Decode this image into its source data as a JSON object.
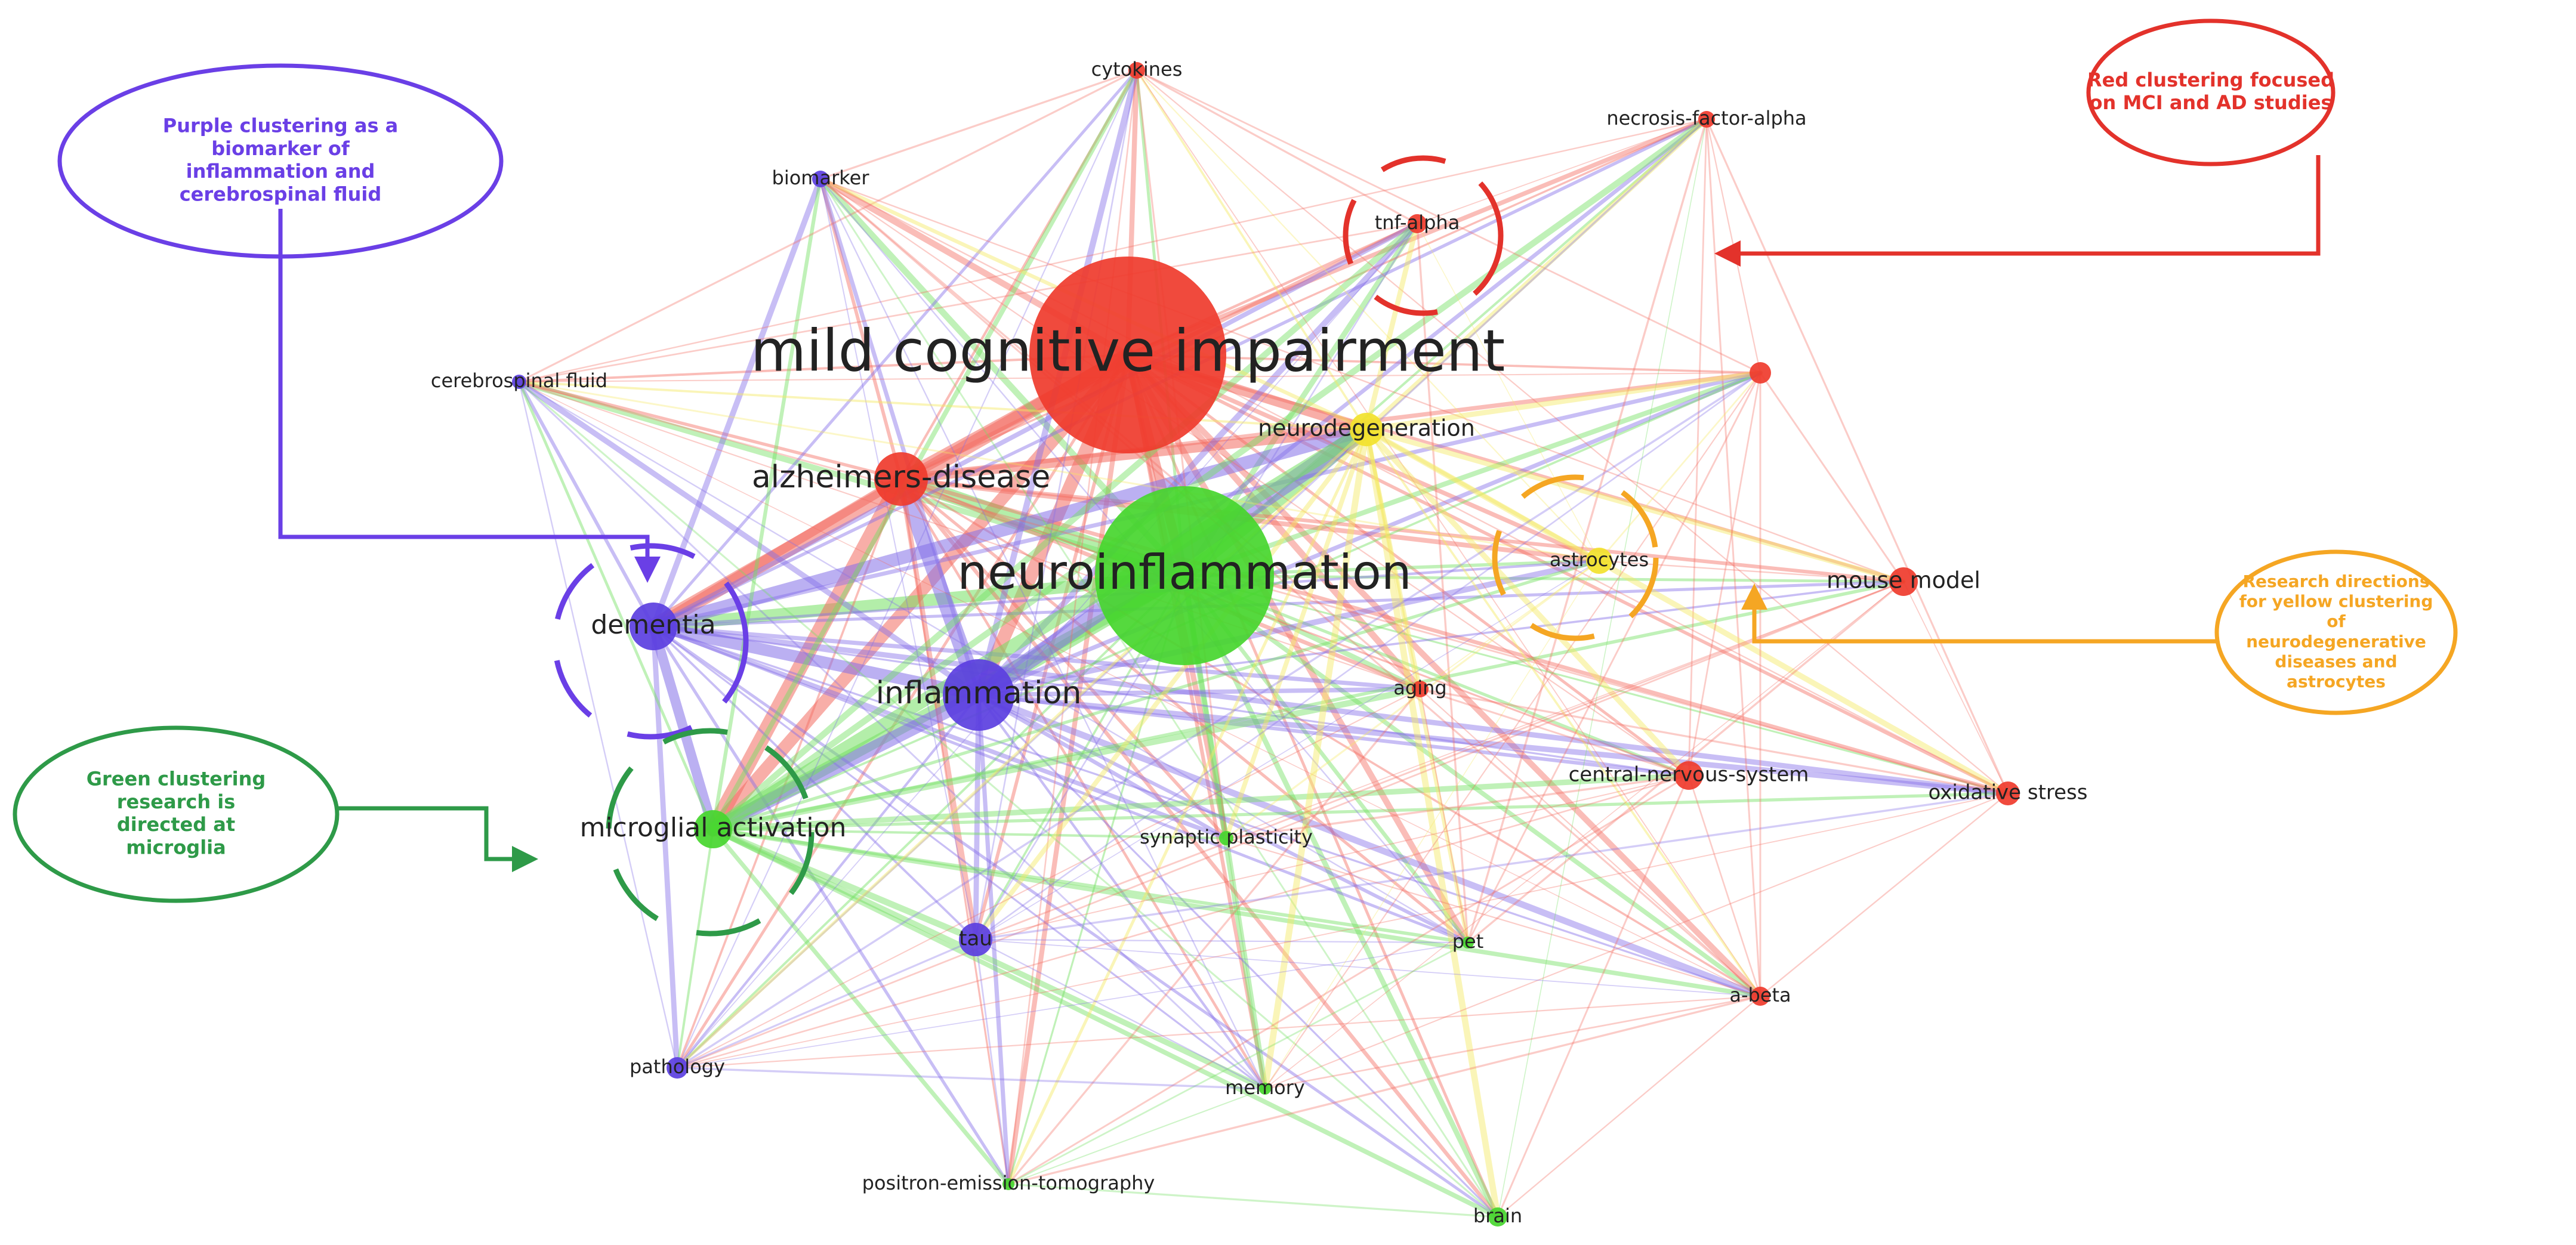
{
  "colors": {
    "red": "#ef3b2c",
    "green": "#46d62e",
    "purple": "#5b3fe0",
    "yellow": "#f2e22c",
    "annot_purple": "#6a3fe6",
    "annot_red": "#e3322b",
    "annot_orange": "#f5a623",
    "annot_green": "#2e9a48"
  },
  "nodes": [
    {
      "id": "mci",
      "label": "mild cognitive impairment",
      "cluster": "red",
      "weight": 10
    },
    {
      "id": "neuroinflammation",
      "label": "neuroinflammation",
      "cluster": "green",
      "weight": 10
    },
    {
      "id": "alzheimers",
      "label": "alzheimers-disease",
      "cluster": "red",
      "weight": 5
    },
    {
      "id": "inflammation",
      "label": "inflammation",
      "cluster": "purple",
      "weight": 6
    },
    {
      "id": "dementia",
      "label": "dementia",
      "cluster": "purple",
      "weight": 4
    },
    {
      "id": "microglial",
      "label": "microglial activation",
      "cluster": "green",
      "weight": 4
    },
    {
      "id": "cytokines",
      "label": "cytokines",
      "cluster": "red",
      "weight": 1
    },
    {
      "id": "necrosis",
      "label": "necrosis-factor-alpha",
      "cluster": "red",
      "weight": 1
    },
    {
      "id": "tnf",
      "label": "tnf-alpha",
      "cluster": "red",
      "weight": 1
    },
    {
      "id": "biomarker",
      "label": "biomarker",
      "cluster": "purple",
      "weight": 1
    },
    {
      "id": "csf",
      "label": "cerebrospinal fluid",
      "cluster": "purple",
      "weight": 1
    },
    {
      "id": "neurodegeneration",
      "label": "neurodegeneration",
      "cluster": "yellow",
      "weight": 3
    },
    {
      "id": "astrocytes",
      "label": "astrocytes",
      "cluster": "yellow",
      "weight": 2
    },
    {
      "id": "mousemodel",
      "label": "mouse model",
      "cluster": "red",
      "weight": 3
    },
    {
      "id": "aging",
      "label": "aging",
      "cluster": "red",
      "weight": 2
    },
    {
      "id": "cns",
      "label": "central-nervous-system",
      "cluster": "red",
      "weight": 3
    },
    {
      "id": "oxidative",
      "label": "oxidative stress",
      "cluster": "red",
      "weight": 2
    },
    {
      "id": "synaptic",
      "label": "synaptic plasticity",
      "cluster": "green",
      "weight": 1
    },
    {
      "id": "tau",
      "label": "tau",
      "cluster": "purple",
      "weight": 3
    },
    {
      "id": "pet",
      "label": "pet",
      "cluster": "green",
      "weight": 1
    },
    {
      "id": "abeta",
      "label": "a-beta",
      "cluster": "red",
      "weight": 2
    },
    {
      "id": "pathology",
      "label": "pathology",
      "cluster": "purple",
      "weight": 2
    },
    {
      "id": "memory",
      "label": "memory",
      "cluster": "green",
      "weight": 1
    },
    {
      "id": "pet_full",
      "label": "positron-emission-tomography",
      "cluster": "green",
      "weight": 1
    },
    {
      "id": "brain",
      "label": "brain",
      "cluster": "green",
      "weight": 2
    },
    {
      "id": "unlabeled",
      "label": "",
      "cluster": "red",
      "weight": 2
    }
  ],
  "annotations": [
    {
      "id": "purple",
      "text": [
        "Purple clustering as a",
        "biomarker of",
        "inflammation and",
        "cerebrospinal fluid"
      ],
      "color": "annot_purple"
    },
    {
      "id": "red",
      "text": [
        "Red clustering focused",
        "on MCI and AD studies"
      ],
      "color": "annot_red"
    },
    {
      "id": "yellow",
      "text": [
        "Research directions",
        "for yellow clustering",
        "of",
        "neurodegenerative",
        "diseases and",
        "astrocytes"
      ],
      "color": "annot_orange"
    },
    {
      "id": "green",
      "text": [
        "Green clustering",
        "research is",
        "directed at",
        "microglia"
      ],
      "color": "annot_green"
    }
  ]
}
